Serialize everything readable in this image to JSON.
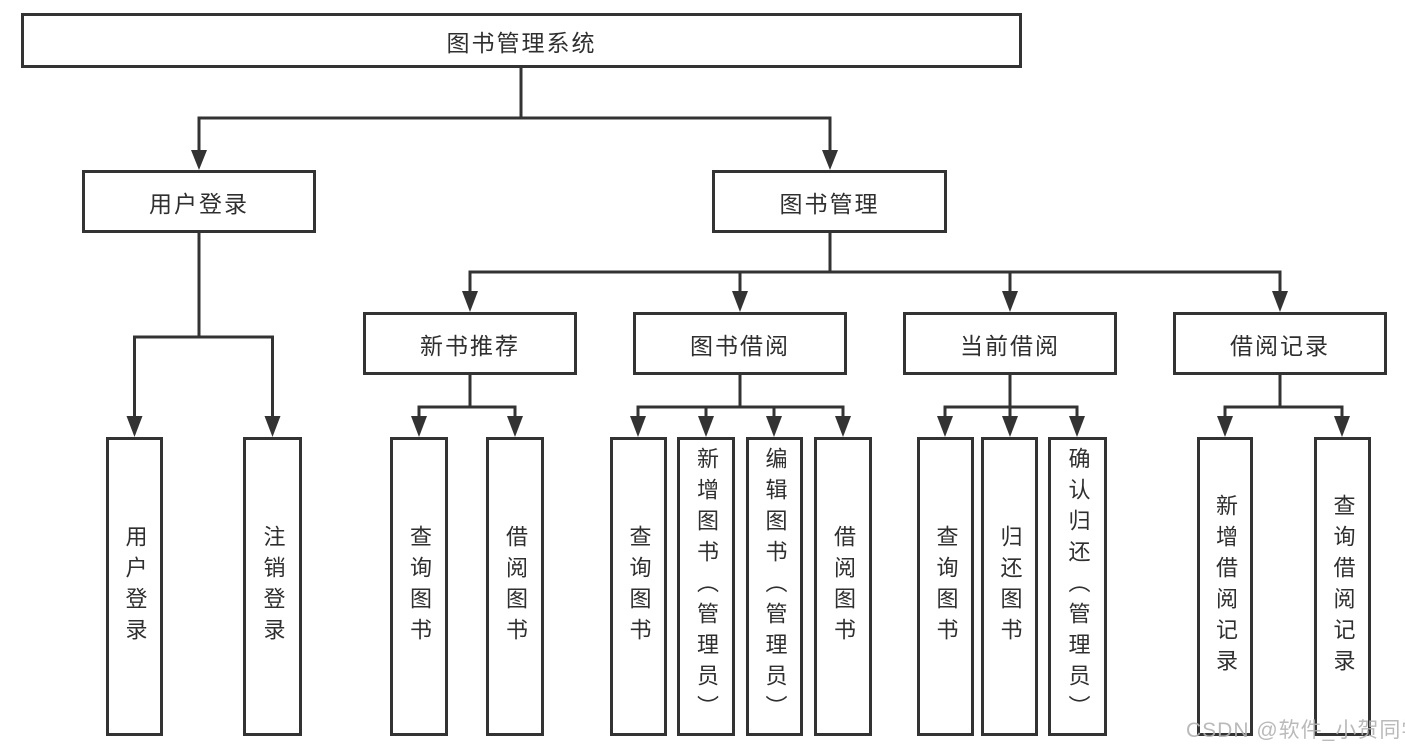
{
  "root": {
    "label": "图书管理系统"
  },
  "user_login": {
    "label": "用户登录",
    "children": [
      "用户登录",
      "注销登录"
    ]
  },
  "book_mgmt": {
    "label": "图书管理"
  },
  "new_book_rec": {
    "label": "新书推荐",
    "children": [
      "查询图书",
      "借阅图书"
    ]
  },
  "book_borrow": {
    "label": "图书借阅",
    "children": [
      "查询图书",
      "新增图书（管理员）",
      "编辑图书（管理员）",
      "借阅图书"
    ]
  },
  "current_borrow": {
    "label": "当前借阅",
    "children": [
      "查询图书",
      "归还图书",
      "确认归还（管理员）"
    ]
  },
  "borrow_records": {
    "label": "借阅记录",
    "children": [
      "新增借阅记录",
      "查询借阅记录"
    ]
  },
  "watermark": "CSDN @软件_小贺同学",
  "colors": {
    "line": "#333333",
    "text": "#2f2f2f",
    "watermark": "#b3b3b3",
    "background": "#ffffff"
  }
}
